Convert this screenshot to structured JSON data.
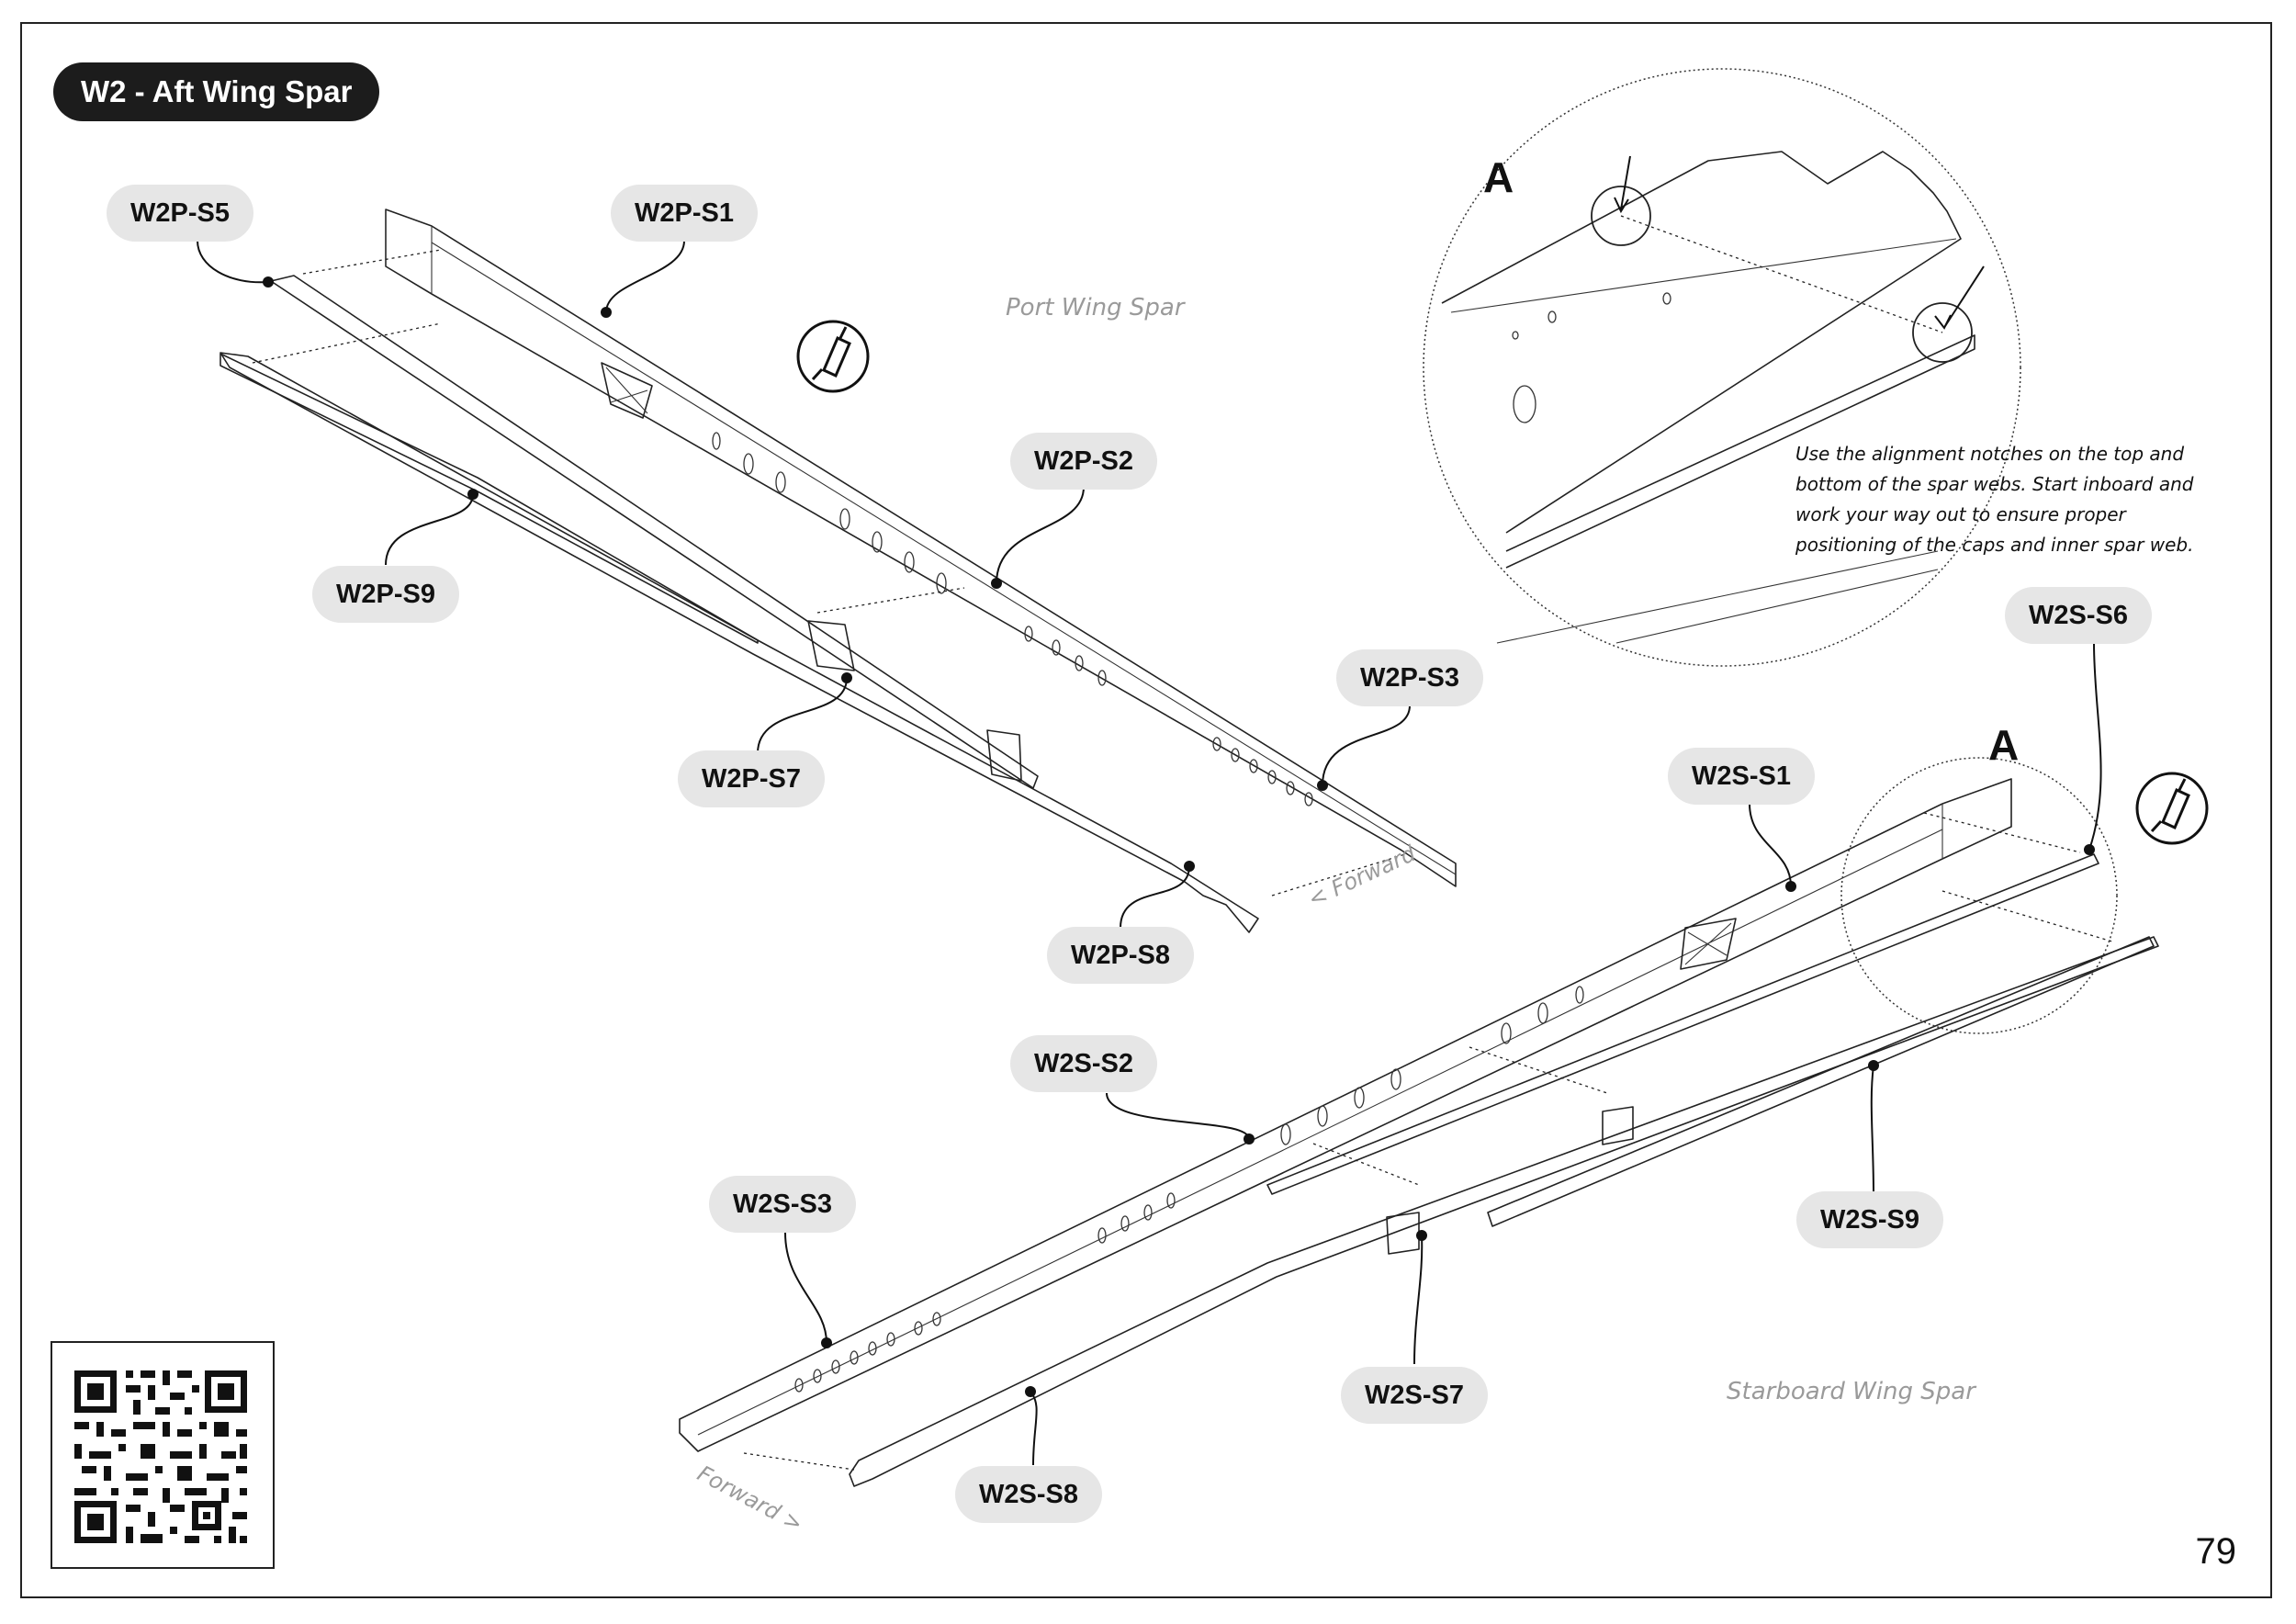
{
  "header": {
    "title": "W2 - Aft Wing Spar"
  },
  "page_number": "79",
  "captions": {
    "port": "Port Wing Spar",
    "starboard": "Starboard Wing Spar",
    "forward_port": "< Forward",
    "forward_starboard": "Forward >"
  },
  "detail": {
    "letter": "A",
    "note": "Use the alignment notches on the top and bottom of the spar webs. Start inboard and work your way out to ensure proper positioning of the caps and inner spar web."
  },
  "port_labels": [
    "W2P-S5",
    "W2P-S1",
    "W2P-S2",
    "W2P-S9",
    "W2P-S3",
    "W2P-S7",
    "W2P-S8"
  ],
  "starboard_labels": [
    "W2S-S6",
    "W2S-S1",
    "W2S-S2",
    "W2S-S3",
    "W2S-S9",
    "W2S-S7",
    "W2S-S8"
  ],
  "icons": {
    "glue": "glue-bottle-icon",
    "qr": "qr-code"
  }
}
